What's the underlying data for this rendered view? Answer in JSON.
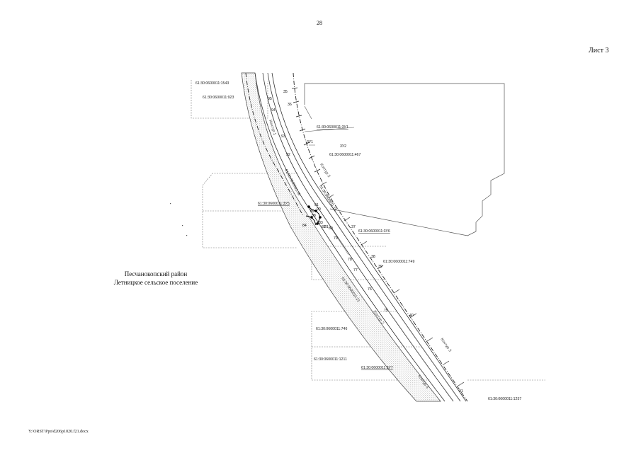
{
  "page": {
    "number": "28",
    "sheet": "Лист 3",
    "district_line1": "Песчанокопский район",
    "district_line2": "Летницкое сельское поселение",
    "file_path": "Y:\\ORST\\Ppo\\d206p1020.f21.docx"
  },
  "map": {
    "plots": [
      {
        "id": "plot-0923",
        "text": "61:30:0600011:923"
      },
      {
        "id": "plot-top-1",
        "text": "61:30:0600011:1543"
      },
      {
        "id": "plot-3u1-ref",
        "text": "61:30:0600011:3У1"
      },
      {
        "id": "plot-3u1",
        "text": "3У1"
      },
      {
        "id": "plot-3u2",
        "text": "3У2"
      },
      {
        "id": "plot-467",
        "text": "61:30:0600011:467"
      },
      {
        "id": "plot-3u5",
        "text": "61:30:0600011:3У5"
      },
      {
        "id": "plot-3u6",
        "text": "61:30:0600011:3У6"
      },
      {
        "id": "plot-749",
        "text": "61:30:0600011:749"
      },
      {
        "id": "plot-746",
        "text": "61:30:0600011:746"
      },
      {
        "id": "plot-1211",
        "text": "61:30:0600011:1211"
      },
      {
        "id": "plot-3u7",
        "text": "61:30:0600011:3У7"
      },
      {
        "id": "plot-1257",
        "text": "61:30:0600011:1257"
      },
      {
        "id": "plot-road-1",
        "text": "61:30:0600011:16"
      },
      {
        "id": "plot-road-2",
        "text": "61:30:0600011:16"
      },
      {
        "id": "plot-road-3",
        "text": "61:30:0600011:21"
      }
    ],
    "contours": [
      {
        "id": "contour-1",
        "text": "Контур 1"
      },
      {
        "id": "contour-2",
        "text": "Контур 2"
      },
      {
        "id": "contour-3a",
        "text": "Контур 3"
      },
      {
        "id": "contour-3b",
        "text": "Контур 3"
      },
      {
        "id": "contour-4",
        "text": "Контур 4"
      }
    ],
    "points": [
      "95",
      "35",
      "36",
      "94",
      "93",
      "92",
      "91",
      "90",
      "89",
      "88",
      "84",
      "83",
      "82",
      "81",
      "80",
      "37",
      "79",
      "78",
      "38",
      "77",
      "39",
      "76",
      "75",
      "40",
      "41"
    ]
  }
}
